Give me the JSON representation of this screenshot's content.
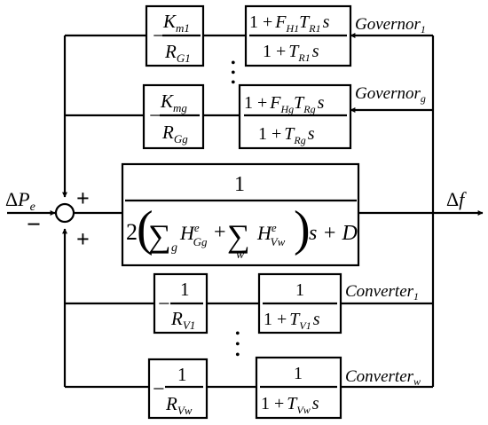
{
  "signals": {
    "input": {
      "delta": "Δ",
      "symbol": "P",
      "subscript": "e"
    },
    "output": {
      "delta": "Δ",
      "symbol": "f"
    },
    "sum_signs": {
      "top": "+",
      "left": "−",
      "bottom": "+"
    }
  },
  "gain_blocks": {
    "governor_1": {
      "sign": "−",
      "num": "K",
      "num_sub": "m1",
      "den": "R",
      "den_sub": "G1"
    },
    "governor_g": {
      "sign": "−",
      "num": "K",
      "num_sub": "mg",
      "den": "R",
      "den_sub": "Gg"
    },
    "converter_1": {
      "sign": "−",
      "num": "1",
      "den": "R",
      "den_sub": "V1"
    },
    "converter_w": {
      "sign": "−",
      "num": "1",
      "den": "R",
      "den_sub": "Vw"
    }
  },
  "transfer_blocks": {
    "governor_1": {
      "num": {
        "one": "1 +",
        "F": "F",
        "F_sub": "H1",
        "T": "T",
        "T_sub": "R1",
        "s": "s"
      },
      "den": {
        "one": "1 +",
        "T": "T",
        "T_sub": "R1",
        "s": "s"
      }
    },
    "governor_g": {
      "num": {
        "one": "1 +",
        "F": "F",
        "F_sub": "Hg",
        "T": "T",
        "T_sub": "Rg",
        "s": "s"
      },
      "den": {
        "one": "1 +",
        "T": "T",
        "T_sub": "Rg",
        "s": "s"
      }
    },
    "converter_1": {
      "num": "1",
      "den": {
        "one": "1 +",
        "T": "T",
        "T_sub": "V1",
        "s": "s"
      }
    },
    "converter_w": {
      "num": "1",
      "den": {
        "one": "1 +",
        "T": "T",
        "T_sub": "Vw",
        "s": "s"
      }
    }
  },
  "main_block": {
    "num": "1",
    "coef": "2",
    "open_paren": "(",
    "close_paren": ")",
    "sum_symbol": "∑",
    "sum1_index": "g",
    "term1": {
      "sym": "H",
      "sup": "e",
      "sub": "Gg"
    },
    "plus": "+",
    "sum2_index": "w",
    "term2": {
      "sym": "H",
      "sup": "e",
      "sub": "Vw"
    },
    "tail": "s + D"
  },
  "branch_labels": {
    "governor_1": {
      "name": "Governor",
      "sub": "1"
    },
    "governor_g": {
      "name": "Governor",
      "sub": "g"
    },
    "converter_1": {
      "name": "Converter",
      "sub": "1"
    },
    "converter_w": {
      "name": "Converter",
      "sub": "w"
    }
  },
  "ellipsis_dot": "•"
}
